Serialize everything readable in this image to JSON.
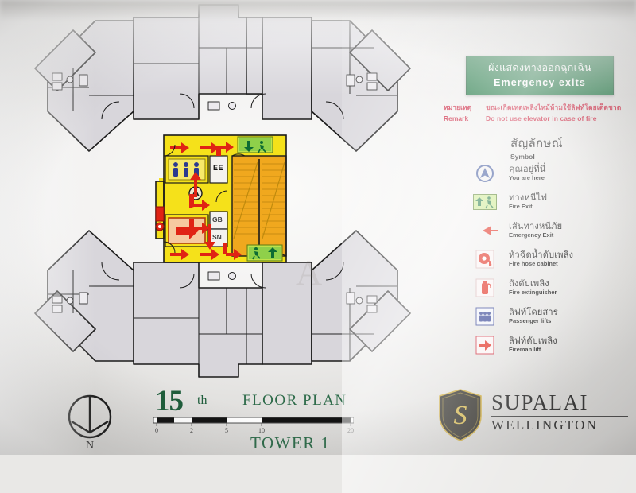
{
  "header": {
    "thai": "ผังแสดงทางออกฉุกเฉิน",
    "english": "Emergency exits"
  },
  "remark": {
    "label_thai": "หมายเหตุ",
    "label_en": "Remark",
    "text_thai": "ขณะเกิดเหตุเพลิงไหม้ห้ามใช้ลิฟท์โดยเด็ดขาด",
    "text_en": "Do not use elevator in case of fire"
  },
  "symbol_section": {
    "title_thai": "สัญลักษณ์",
    "title_en": "Symbol"
  },
  "legend": [
    {
      "icon": "you-are-here-icon",
      "thai": "คุณอยู่ที่นี่",
      "english": "You are here"
    },
    {
      "icon": "fire-exit-sign-icon",
      "thai": "ทางหนีไฟ",
      "english": "Fire Exit"
    },
    {
      "icon": "emergency-route-arrow-icon",
      "thai": "เส้นทางหนีภัย",
      "english": "Emergency Exit"
    },
    {
      "icon": "fire-hose-cabinet-icon",
      "thai": "หัวฉีดน้ำดับเพลิง",
      "english": "Fire hose cabinet"
    },
    {
      "icon": "fire-extinguisher-icon",
      "thai": "ถังดับเพลิง",
      "english": "Fire extinguisher"
    },
    {
      "icon": "passenger-lift-icon",
      "thai": "ลิฟท์โดยสาร",
      "english": "Passenger lifts"
    },
    {
      "icon": "fireman-lift-icon",
      "thai": "ลิฟท์ดับเพลิง",
      "english": "Fireman lift"
    }
  ],
  "title_block": {
    "floor_number": "15",
    "floor_ordinal": "th",
    "floor_plan_text": "FLOOR PLAN",
    "tower_text": "TOWER 1",
    "scale_ticks": [
      "0",
      "2",
      "5",
      "10",
      "20"
    ]
  },
  "compass": {
    "label": "N"
  },
  "logo": {
    "brand": "SUPALAI",
    "project": "WELLINGTON",
    "monogram": "S"
  },
  "plan_labels": {
    "room_ee": "EE",
    "room_gb": "GB",
    "room_sn": "SN"
  },
  "watermark": "A",
  "colors": {
    "escape_route": "#f5e11a",
    "stair_fill": "#f0a81e",
    "arrow_red": "#e02314",
    "exit_green": "#3aa832",
    "sign_green": "#0d6b33",
    "remark_red": "#c8102e",
    "title_green": "#2e6b4a",
    "wall_black": "#1a1a1a",
    "unit_fill": "#d8d6db"
  }
}
